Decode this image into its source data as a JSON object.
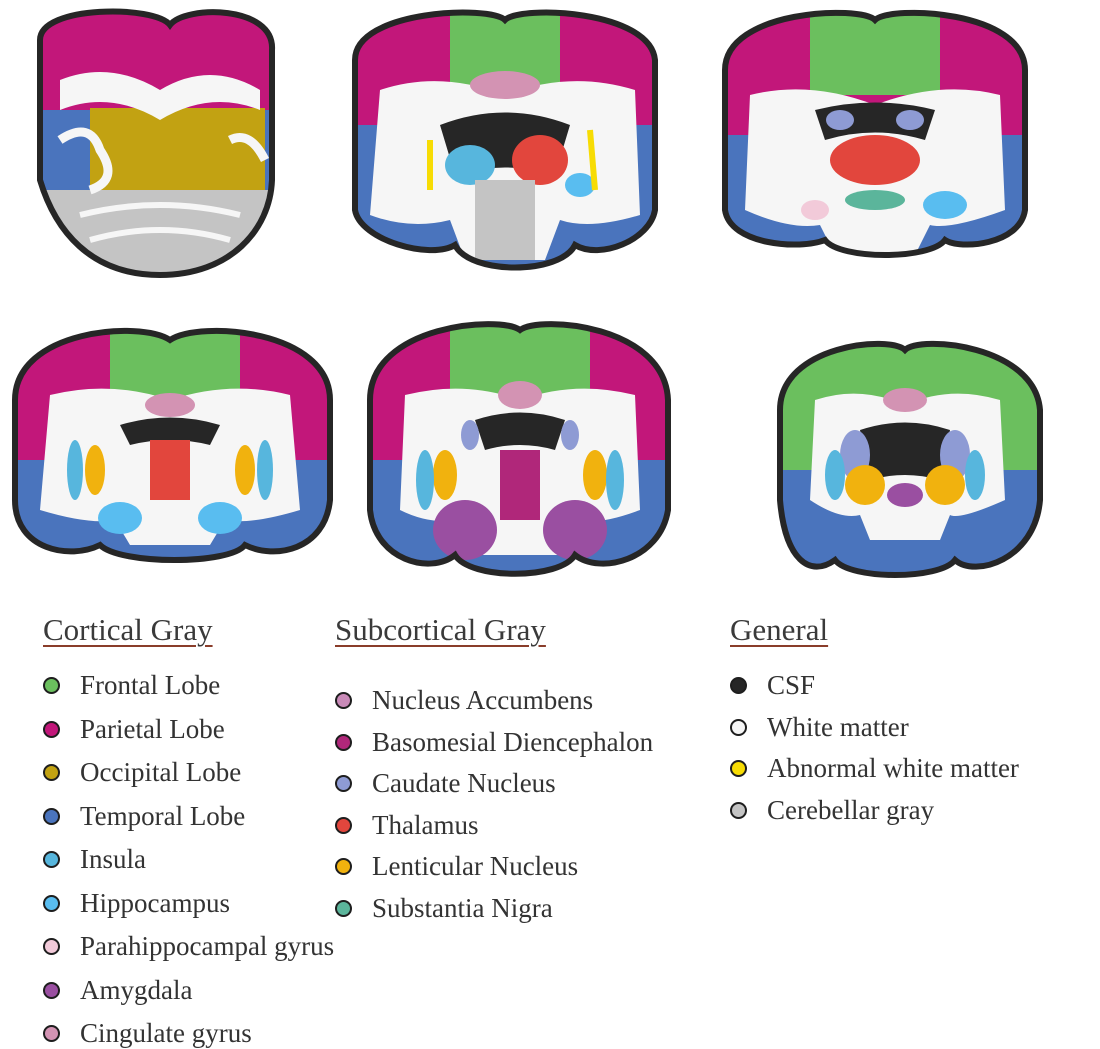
{
  "colors": {
    "frontal": "#6bbf5e",
    "parietal": "#c2177a",
    "occipital": "#c2a212",
    "temporal": "#4a74bd",
    "insula": "#57b6dd",
    "hippocampus": "#59bdf0",
    "parahippocampal": "#f2cad9",
    "amygdala": "#9a4fa1",
    "cingulate": "#d393b3",
    "accumbens": "#c98ab8",
    "basomesial": "#b0277a",
    "caudate": "#8e9bd4",
    "thalamus": "#e2463d",
    "lenticular": "#f1b20e",
    "nigra": "#5bb59b",
    "csf": "#262626",
    "white": "#f6f6f6",
    "abnormal": "#f7dc04",
    "cerebellar": "#c4c4c4"
  },
  "legend": {
    "cortical": {
      "title": "Cortical Gray",
      "items": [
        {
          "label": "Frontal Lobe",
          "color": "#6bbf5e"
        },
        {
          "label": "Parietal Lobe",
          "color": "#c2177a"
        },
        {
          "label": "Occipital Lobe",
          "color": "#c2a212"
        },
        {
          "label": "Temporal Lobe",
          "color": "#4a74bd"
        },
        {
          "label": "Insula",
          "color": "#57b6dd"
        },
        {
          "label": "Hippocampus",
          "color": "#59bdf0"
        },
        {
          "label": "Parahippocampal gyrus",
          "color": "#f2cad9"
        },
        {
          "label": "Amygdala",
          "color": "#9a4fa1"
        },
        {
          "label": "Cingulate gyrus",
          "color": "#d393b3"
        }
      ]
    },
    "subcortical": {
      "title": "Subcortical Gray",
      "items": [
        {
          "label": "Nucleus Accumbens",
          "color": "#c98ab8"
        },
        {
          "label": "Basomesial Diencephalon",
          "color": "#b0277a"
        },
        {
          "label": "Caudate Nucleus",
          "color": "#8e9bd4"
        },
        {
          "label": "Thalamus",
          "color": "#e2463d"
        },
        {
          "label": "Lenticular Nucleus",
          "color": "#f1b20e"
        },
        {
          "label": "Substantia Nigra",
          "color": "#5bb59b"
        }
      ]
    },
    "general": {
      "title": "General",
      "items": [
        {
          "label": "CSF",
          "color": "#262626"
        },
        {
          "label": "White matter",
          "color": "#f6f6f6"
        },
        {
          "label": "Abnormal white matter",
          "color": "#f7dc04"
        },
        {
          "label": "Cerebellar gray",
          "color": "#c4c4c4"
        }
      ]
    }
  }
}
